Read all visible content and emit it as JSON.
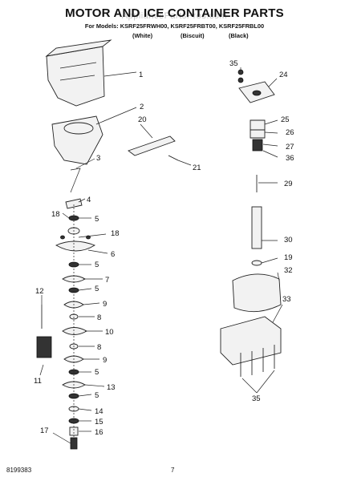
{
  "header": {
    "title": "MOTOR AND ICE CONTAINER PARTS",
    "models": "For Models: KSRF25FRWH00, KSRF25FRBT00, KSRF25FRBL00",
    "finishes": [
      "(White)",
      "(Biscuit)",
      "(Black)"
    ],
    "watermark": "AppliancePartsPros.com"
  },
  "callouts": [
    {
      "id": "c1",
      "label": "1"
    },
    {
      "id": "c2",
      "label": "2"
    },
    {
      "id": "c3",
      "label": "3"
    },
    {
      "id": "c4",
      "label": "4"
    },
    {
      "id": "c5a",
      "label": "5"
    },
    {
      "id": "c18a",
      "label": "18"
    },
    {
      "id": "c18b",
      "label": "18"
    },
    {
      "id": "c6",
      "label": "6"
    },
    {
      "id": "c5b",
      "label": "5"
    },
    {
      "id": "c7",
      "label": "7"
    },
    {
      "id": "c5c",
      "label": "5"
    },
    {
      "id": "c9a",
      "label": "9"
    },
    {
      "id": "c8a",
      "label": "8"
    },
    {
      "id": "c10",
      "label": "10"
    },
    {
      "id": "c8b",
      "label": "8"
    },
    {
      "id": "c9b",
      "label": "9"
    },
    {
      "id": "c5d",
      "label": "5"
    },
    {
      "id": "c13",
      "label": "13"
    },
    {
      "id": "c5e",
      "label": "5"
    },
    {
      "id": "c14",
      "label": "14"
    },
    {
      "id": "c15",
      "label": "15"
    },
    {
      "id": "c16",
      "label": "16"
    },
    {
      "id": "c17",
      "label": "17"
    },
    {
      "id": "c12",
      "label": "12"
    },
    {
      "id": "c11",
      "label": "11"
    },
    {
      "id": "c20",
      "label": "20"
    },
    {
      "id": "c21",
      "label": "21"
    },
    {
      "id": "c35a",
      "label": "35"
    },
    {
      "id": "c24",
      "label": "24"
    },
    {
      "id": "c25",
      "label": "25"
    },
    {
      "id": "c26",
      "label": "26"
    },
    {
      "id": "c27",
      "label": "27"
    },
    {
      "id": "c36",
      "label": "36"
    },
    {
      "id": "c29",
      "label": "29"
    },
    {
      "id": "c30",
      "label": "30"
    },
    {
      "id": "c19",
      "label": "19"
    },
    {
      "id": "c32",
      "label": "32"
    },
    {
      "id": "c33",
      "label": "33"
    },
    {
      "id": "c35b",
      "label": "35"
    }
  ],
  "footer": {
    "doc_number": "8199383",
    "page_number": "7"
  }
}
